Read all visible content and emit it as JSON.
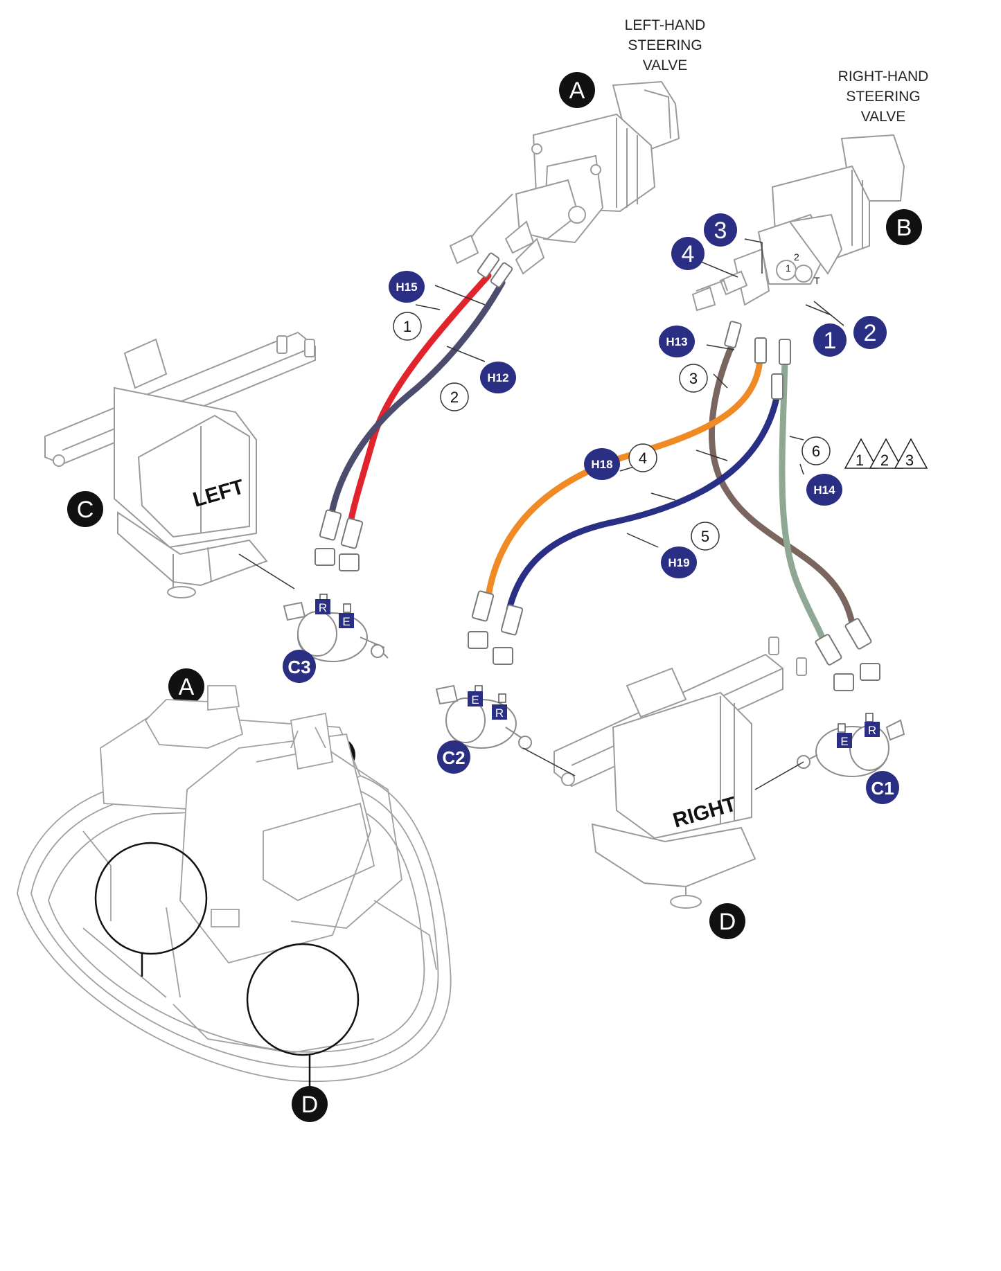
{
  "titles": {
    "left_valve": "LEFT-HAND\nSTEERING\nVALVE",
    "right_valve": "RIGHT-HAND\nSTEERING\nVALVE"
  },
  "view_letters": {
    "a": "A",
    "b": "B",
    "c": "C",
    "d": "D"
  },
  "gearbox_labels": {
    "left": "LEFT",
    "right": "RIGHT"
  },
  "cylinders": {
    "c1": "C1",
    "c2": "C2",
    "c3": "C3"
  },
  "hoses": {
    "h12": "H12",
    "h13": "H13",
    "h14": "H14",
    "h15": "H15",
    "h18": "H18",
    "h19": "H19"
  },
  "callouts": {
    "n1": "1",
    "n2": "2",
    "n3": "3",
    "n4": "4",
    "n5": "5",
    "n6": "6"
  },
  "port_numbers": {
    "p1": "1",
    "p2": "2",
    "p3": "3",
    "p4": "4"
  },
  "port_letters": {
    "r": "R",
    "e": "E"
  },
  "valve_port_marks": {
    "one": "1",
    "two": "2",
    "tee": "T"
  },
  "notes": {
    "n1": "1",
    "n2": "2",
    "n3": "3"
  },
  "colors": {
    "navy": "#2a2f83",
    "red": "#e1242c",
    "slate": "#4b4c6e",
    "brown": "#7a665e",
    "orange": "#f08a24",
    "blue": "#2a2f86",
    "green": "#8ea894",
    "outline": "#9a9a9a",
    "black": "#111111"
  }
}
